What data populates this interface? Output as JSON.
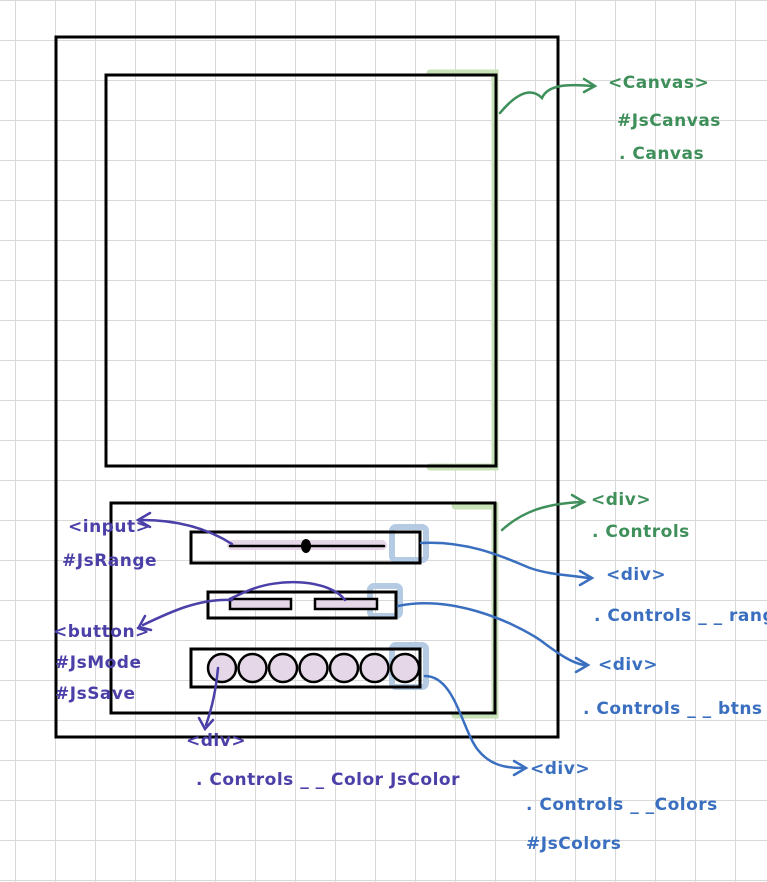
{
  "colors": {
    "outline": "#000000",
    "green_annotation": "#3f8f5a",
    "green_highlight": "#c8e2b7",
    "blue_annotation": "#3a6fc0",
    "blue_highlight": "#b4cbe3",
    "purple_annotation": "#4b3fa8",
    "pink_fill": "#e5d7e7"
  },
  "annotations": {
    "canvas": {
      "tag": "<Canvas>",
      "id": "#JsCanvas",
      "class": ". Canvas"
    },
    "controls": {
      "tag": "<div>",
      "class": ". Controls"
    },
    "range_wrapper": {
      "tag": "<div>",
      "class": ". Controls _ _ range"
    },
    "btns_wrapper": {
      "tag": "<div>",
      "class": ". Controls _ _ btns"
    },
    "colors_wrapper": {
      "tag": "<div>",
      "class": ". Controls _ _Colors",
      "id": "#JsColors"
    },
    "input": {
      "tag": "<input>",
      "id": "#JsRange"
    },
    "buttons": {
      "tag": "<button>",
      "id_mode": "#JsMode",
      "id_save": "#JsSave"
    },
    "color_item": {
      "tag": "<div>",
      "class": ". Controls _ _ Color JsColor"
    }
  },
  "swatches": {
    "count": 7
  }
}
